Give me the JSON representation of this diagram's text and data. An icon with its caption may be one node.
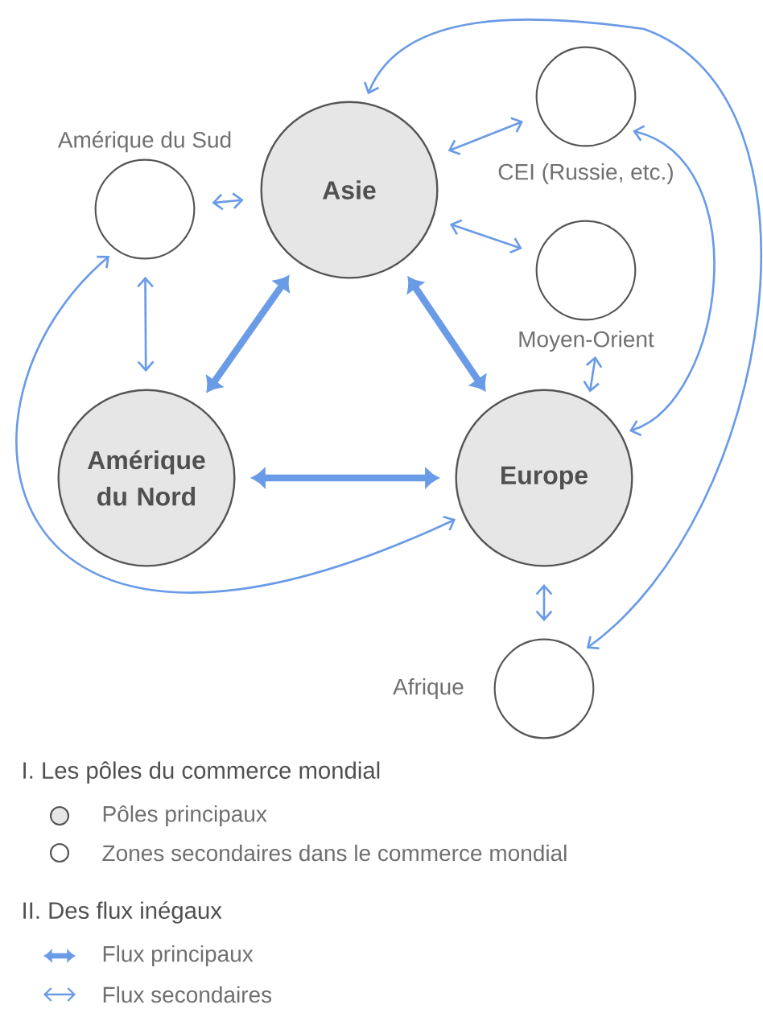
{
  "diagram": {
    "nodes": [
      {
        "text": [
          "Asie"
        ]
      },
      {
        "text": [
          "Amérique du Sud"
        ]
      },
      {
        "text": [
          "CEI (Russie, etc.)"
        ]
      },
      {
        "text": [
          "Moyen-Orient"
        ]
      },
      {
        "text": [
          "Amérique du Nord"
        ]
      },
      {
        "text": [
          "Europe"
        ]
      },
      {
        "text": [
          "Afrique"
        ]
      }
    ],
    "edges": [
      {
        "from": 1,
        "to": 0,
        "arrow": "both"
      },
      {
        "from": 0,
        "to": 2,
        "arrow": "both"
      },
      {
        "from": 0,
        "to": 3,
        "arrow": "both"
      },
      {
        "from": 1,
        "to": 4,
        "arrow": "both"
      },
      {
        "from": 4,
        "to": 0,
        "arrow": "both",
        "style": "thick"
      },
      {
        "from": 0,
        "to": 5,
        "arrow": "both",
        "style": "thick"
      },
      {
        "from": 4,
        "to": 5,
        "arrow": "both",
        "style": "thick"
      },
      {
        "from": 3,
        "to": 5,
        "arrow": "both"
      },
      {
        "from": 5,
        "to": 6,
        "arrow": "both"
      },
      {
        "from": 1,
        "to": 5,
        "arrow": "both"
      },
      {
        "from": 2,
        "to": 5,
        "arrow": "both"
      },
      {
        "from": 0,
        "to": 6,
        "arrow": "both"
      }
    ],
    "labels": [
      "I. Les pôles du commerce mondial",
      "II. Des flux inégaux"
    ],
    "legend": [
      {
        "text": "Pôles principaux",
        "color": "#e6e6e6"
      },
      {
        "text": "Zones secondaires dans le commerce mondial"
      },
      {
        "text": "Flux principaux"
      },
      {
        "text": "Flux secondaires"
      }
    ]
  }
}
